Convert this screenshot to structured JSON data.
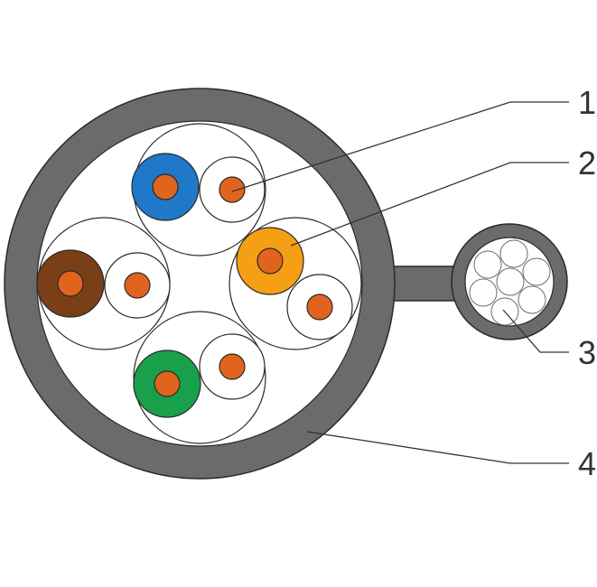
{
  "colors": {
    "jacket": "#6b6b6d",
    "stroke": "#2a2a2a",
    "filler": "#ffffff",
    "conductor": "#e0641e",
    "pair_blue": "#1f78c8",
    "pair_orange": "#f5a014",
    "pair_brown": "#7a3f17",
    "pair_green": "#19a04a",
    "leader": "#333333"
  },
  "callouts": [
    {
      "id": "1",
      "label": "1"
    },
    {
      "id": "2",
      "label": "2"
    },
    {
      "id": "3",
      "label": "3"
    },
    {
      "id": "4",
      "label": "4"
    }
  ],
  "pairs": [
    {
      "name": "blue",
      "color_key": "pair_blue"
    },
    {
      "name": "orange",
      "color_key": "pair_orange"
    },
    {
      "name": "brown",
      "color_key": "pair_brown"
    },
    {
      "name": "green",
      "color_key": "pair_green"
    }
  ]
}
